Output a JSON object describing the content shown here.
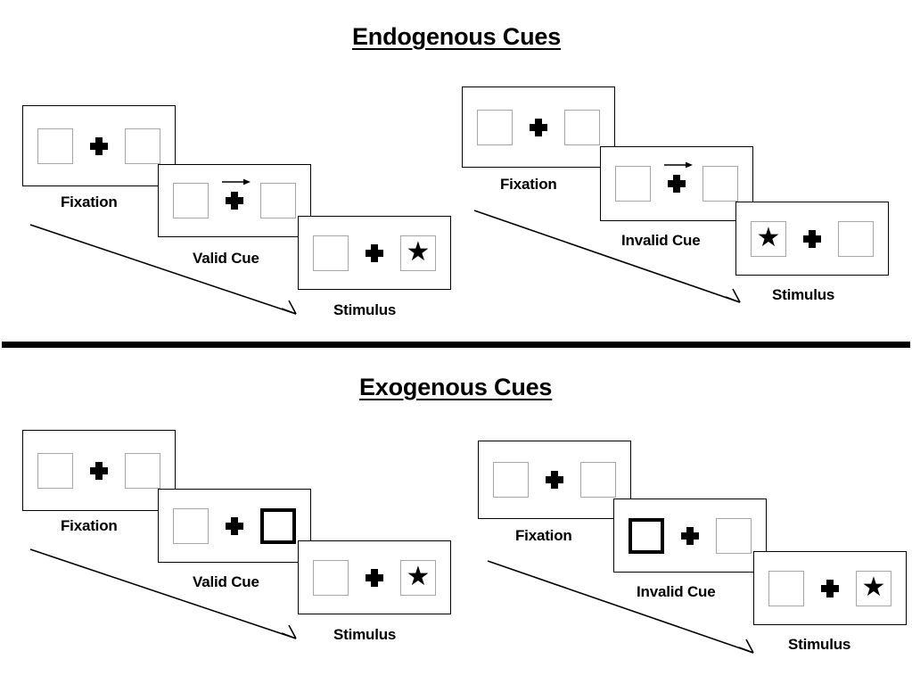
{
  "sections": [
    {
      "title": "Endogenous Cues",
      "sequences": [
        {
          "name": "valid",
          "panels": [
            {
              "caption": "Fixation",
              "cue": "none",
              "left_box": "empty",
              "right_box": "empty"
            },
            {
              "caption": "Valid Cue",
              "cue": "arrow-right",
              "left_box": "empty",
              "right_box": "empty"
            },
            {
              "caption": "Stimulus",
              "cue": "none",
              "left_box": "empty",
              "right_box": "star"
            }
          ]
        },
        {
          "name": "invalid",
          "panels": [
            {
              "caption": "Fixation",
              "cue": "none",
              "left_box": "empty",
              "right_box": "empty"
            },
            {
              "caption": "Invalid Cue",
              "cue": "arrow-right",
              "left_box": "empty",
              "right_box": "empty"
            },
            {
              "caption": "Stimulus",
              "cue": "none",
              "left_box": "star",
              "right_box": "empty"
            }
          ]
        }
      ]
    },
    {
      "title": "Exogenous Cues",
      "sequences": [
        {
          "name": "valid",
          "panels": [
            {
              "caption": "Fixation",
              "cue": "none",
              "left_box": "empty",
              "right_box": "empty"
            },
            {
              "caption": "Valid Cue",
              "cue": "none",
              "left_box": "empty",
              "right_box": "highlighted"
            },
            {
              "caption": "Stimulus",
              "cue": "none",
              "left_box": "empty",
              "right_box": "star"
            }
          ]
        },
        {
          "name": "invalid",
          "panels": [
            {
              "caption": "Fixation",
              "cue": "none",
              "left_box": "empty",
              "right_box": "empty"
            },
            {
              "caption": "Invalid Cue",
              "cue": "none",
              "left_box": "highlighted",
              "right_box": "empty"
            },
            {
              "caption": "Stimulus",
              "cue": "none",
              "left_box": "empty",
              "right_box": "star"
            }
          ]
        }
      ]
    }
  ],
  "glyphs": {
    "star": "★",
    "arrow_cue": "arrow-right-icon",
    "fixation": "fixation-cross-icon",
    "time_arrow": "time-flow-arrow-icon"
  },
  "colors": {
    "ink": "#000000",
    "box_border": "#a6a6a6",
    "cued_border": "#000000",
    "background": "#ffffff"
  }
}
